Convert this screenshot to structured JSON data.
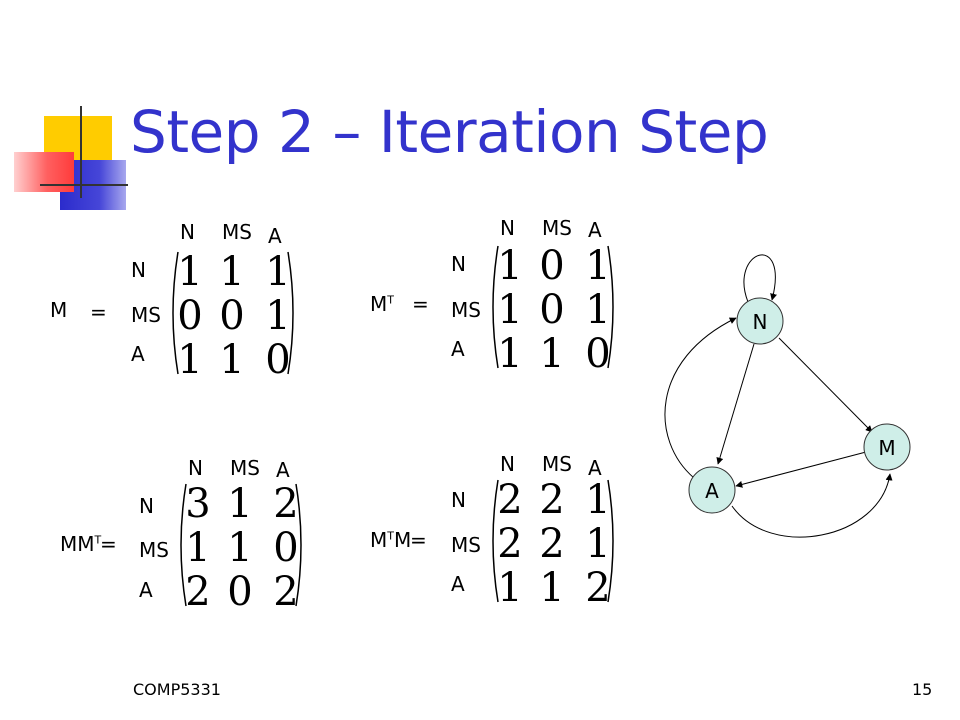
{
  "title": "Step 2 – Iteration Step",
  "footer": {
    "course": "COMP5331",
    "page": "15"
  },
  "row_col_labels": [
    "N",
    "MS",
    "A"
  ],
  "matrices": [
    {
      "label": "M",
      "label_sup": "",
      "label_post": "",
      "equals": "=",
      "values": [
        [
          "1",
          "1",
          "1"
        ],
        [
          "0",
          "0",
          "1"
        ],
        [
          "1",
          "1",
          "0"
        ]
      ]
    },
    {
      "label": "M",
      "label_sup": "T",
      "label_post": "",
      "equals": "=",
      "values": [
        [
          "1",
          "0",
          "1"
        ],
        [
          "1",
          "0",
          "1"
        ],
        [
          "1",
          "1",
          "0"
        ]
      ]
    },
    {
      "label": "MM",
      "label_sup": "T",
      "label_post": "",
      "equals": "=",
      "values": [
        [
          "3",
          "1",
          "2"
        ],
        [
          "1",
          "1",
          "0"
        ],
        [
          "2",
          "0",
          "2"
        ]
      ]
    },
    {
      "label": "M",
      "label_sup": "T",
      "label_post": "M",
      "equals": "=",
      "values": [
        [
          "2",
          "2",
          "1"
        ],
        [
          "2",
          "2",
          "1"
        ],
        [
          "1",
          "1",
          "2"
        ]
      ]
    }
  ],
  "graph": {
    "nodes": [
      "N",
      "M",
      "A"
    ]
  }
}
